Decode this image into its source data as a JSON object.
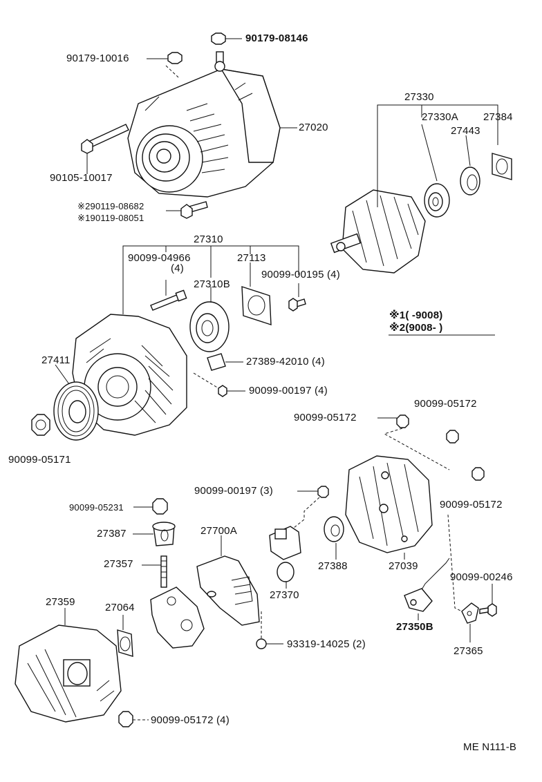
{
  "diagram_code": "ME N111-B",
  "legend": {
    "note1": "※1(       -9008)",
    "note2": "※2(9008-        )"
  },
  "labels": {
    "p90179_08146": "90179-08146",
    "p90179_10016": "90179-10016",
    "p27020": "27020",
    "p90105_10017": "90105-10017",
    "p90119_08682": "※290119-08682",
    "p90119_08051": "※190119-08051",
    "p27330": "27330",
    "p27330A": "27330A",
    "p27384": "27384",
    "p27443": "27443",
    "p27310": "27310",
    "p90099_04966": "90099-04966",
    "p90099_04966_qty": "(4)",
    "p27113": "27113",
    "p27310B": "27310B",
    "p90099_00195": "90099-00195 (4)",
    "p27411": "27411",
    "p27389_42010": "27389-42010 (4)",
    "p90099_00197_4": "90099-00197 (4)",
    "p90099_05171": "90099-05171",
    "p90099_05172_a": "90099-05172",
    "p90099_05172_b": "90099-05172",
    "p90099_05172_c": "90099-05172",
    "p90099_00197_3": "90099-00197 (3)",
    "p90099_05231": "90099-05231",
    "p27387": "27387",
    "p27700A": "27700A",
    "p27357": "27357",
    "p27370": "27370",
    "p27388": "27388",
    "p27039": "27039",
    "p90099_00246": "90099-00246",
    "p27359": "27359",
    "p27064": "27064",
    "p27350B": "27350B",
    "p27365": "27365",
    "p93319_14025": "93319-14025 (2)",
    "p90099_05172_4": "90099-05172 (4)"
  }
}
